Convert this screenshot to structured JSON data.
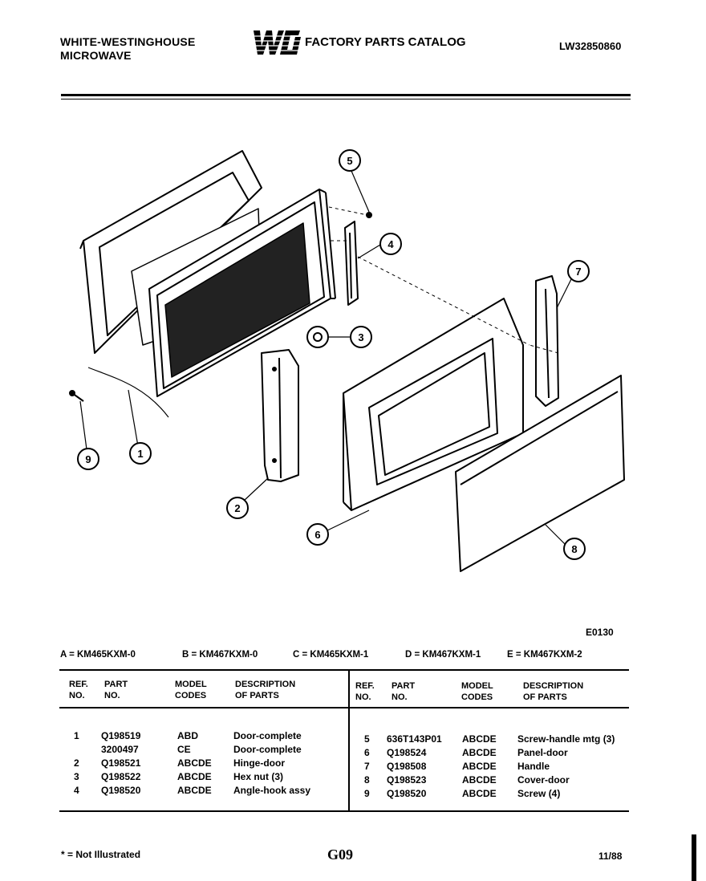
{
  "header": {
    "brand_line1": "WHITE-WESTINGHOUSE",
    "brand_line2": "MICROWAVE",
    "logo_text": "WCI",
    "catalog_title": "FACTORY PARTS CATALOG",
    "catalog_number": "LW32850860"
  },
  "diagram": {
    "code": "E0130",
    "callouts": [
      "1",
      "2",
      "3",
      "4",
      "5",
      "6",
      "7",
      "8",
      "9"
    ]
  },
  "models": [
    {
      "key": "A",
      "label": "A = KM465KXM-0"
    },
    {
      "key": "B",
      "label": "B = KM467KXM-0"
    },
    {
      "key": "C",
      "label": "C = KM465KXM-1"
    },
    {
      "key": "D",
      "label": "D = KM467KXM-1"
    },
    {
      "key": "E",
      "label": "E = KM467KXM-2"
    }
  ],
  "table": {
    "headers": {
      "ref": [
        "REF.",
        "NO."
      ],
      "part": [
        "PART",
        "NO."
      ],
      "model": [
        "MODEL",
        "CODES"
      ],
      "desc": [
        "DESCRIPTION",
        "OF PARTS"
      ]
    },
    "left": [
      {
        "ref": "1",
        "part": "Q198519",
        "codes": "ABD",
        "desc": "Door-complete"
      },
      {
        "ref": "",
        "part": "3200497",
        "codes": "CE",
        "desc": "Door-complete"
      },
      {
        "ref": "2",
        "part": "Q198521",
        "codes": "ABCDE",
        "desc": "Hinge-door"
      },
      {
        "ref": "3",
        "part": "Q198522",
        "codes": "ABCDE",
        "desc": "Hex nut (3)"
      },
      {
        "ref": "4",
        "part": "Q198520",
        "codes": "ABCDE",
        "desc": "Angle-hook assy"
      }
    ],
    "right": [
      {
        "ref": "5",
        "part": "636T143P01",
        "codes": "ABCDE",
        "desc": "Screw-handle mtg (3)"
      },
      {
        "ref": "6",
        "part": "Q198524",
        "codes": "ABCDE",
        "desc": "Panel-door"
      },
      {
        "ref": "7",
        "part": "Q198508",
        "codes": "ABCDE",
        "desc": "Handle"
      },
      {
        "ref": "8",
        "part": "Q198523",
        "codes": "ABCDE",
        "desc": "Cover-door"
      },
      {
        "ref": "9",
        "part": "Q198520",
        "codes": "ABCDE",
        "desc": "Screw (4)"
      }
    ]
  },
  "footer": {
    "footnote": "* = Not Illustrated",
    "page_code": "G09",
    "date_code": "11/88"
  }
}
